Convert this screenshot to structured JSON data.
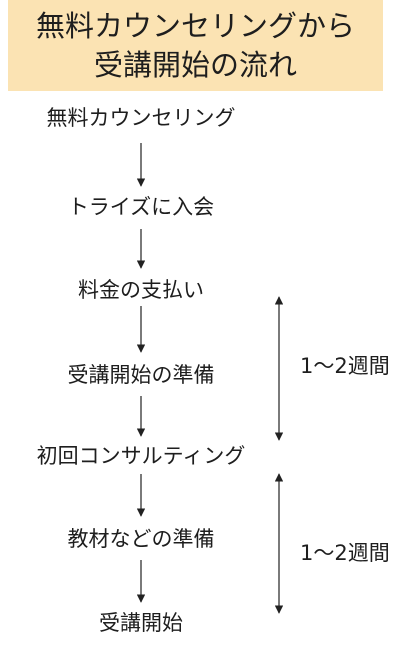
{
  "title": {
    "line1": "無料カウンセリングから",
    "line2": "受講開始の流れ"
  },
  "steps": [
    "無料カウンセリング",
    "トライズに入会",
    "料金の支払い",
    "受講開始の準備",
    "初回コンサルティング",
    "教材などの準備",
    "受講開始"
  ],
  "periods": [
    "1～2週間",
    "1～2週間"
  ],
  "colors": {
    "title_background": "#fbe3b3",
    "text": "#1e1e1e",
    "arrow": "#222222"
  }
}
